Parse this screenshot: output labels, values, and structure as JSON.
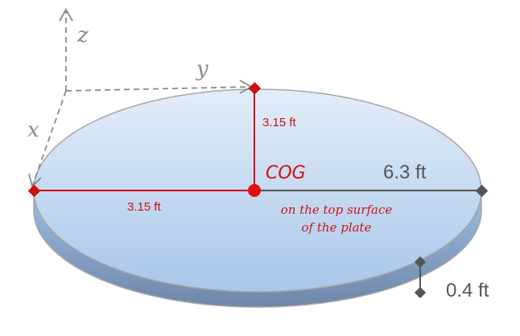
{
  "axes": {
    "z": "z",
    "y": "y",
    "x": "x"
  },
  "dimensions": {
    "vertical_half": "3.15 ft",
    "horizontal_half": "3.15 ft",
    "diameter": "6.3 ft",
    "thickness": "0.4 ft"
  },
  "cog": {
    "label": "COG",
    "note_line1": "on the top surface",
    "note_line2": "of the plate"
  },
  "colors": {
    "accent_red": "#cc1111",
    "grey_marker": "#555555",
    "axis_grey": "#8a8a8a",
    "plate_top": "#dde9f7",
    "plate_side": "#7d95b5"
  }
}
